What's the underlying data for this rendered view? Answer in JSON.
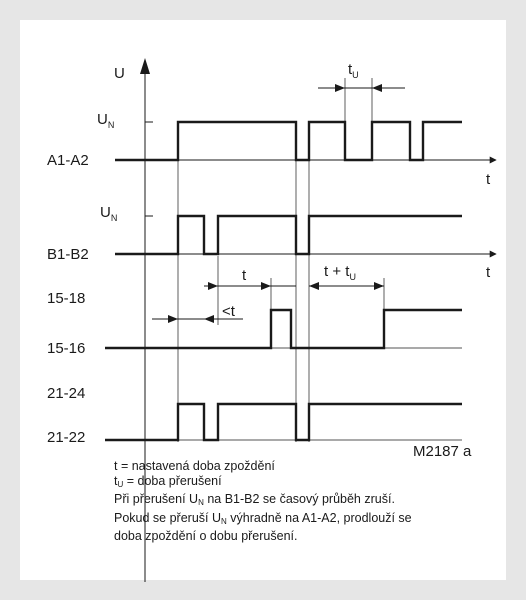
{
  "figure_id": "M2187 a",
  "axes": {
    "y_label": "U",
    "x_label": "t",
    "u_n_base": "U",
    "u_n_sub": "N"
  },
  "rows": [
    {
      "name": "A1-A2"
    },
    {
      "name": "B1-B2"
    },
    {
      "name": "15-18"
    },
    {
      "name": "15-16"
    },
    {
      "name": "21-24"
    },
    {
      "name": "21-22"
    }
  ],
  "timing_labels": {
    "tu_base": "t",
    "tu_sub": "U",
    "lt": "<t",
    "t": "t",
    "t_plus_base": "t + t",
    "t_plus_sub": "U"
  },
  "legend": {
    "line1": "t = nastavená doba zpoždění",
    "line2_base": "t",
    "line2_sub": "U",
    "line2_rest": " = doba přerušení",
    "line3_a": "Při přerušení U",
    "line3_sub": "N",
    "line3_b": " na B1-B2 se časový průběh zruší.",
    "line4_a": "Pokud se přeruší U",
    "line4_sub": "N",
    "line4_b": " výhradně na A1-A2, prodlouží se",
    "line5": "doba zpoždění o dobu přerušení."
  }
}
